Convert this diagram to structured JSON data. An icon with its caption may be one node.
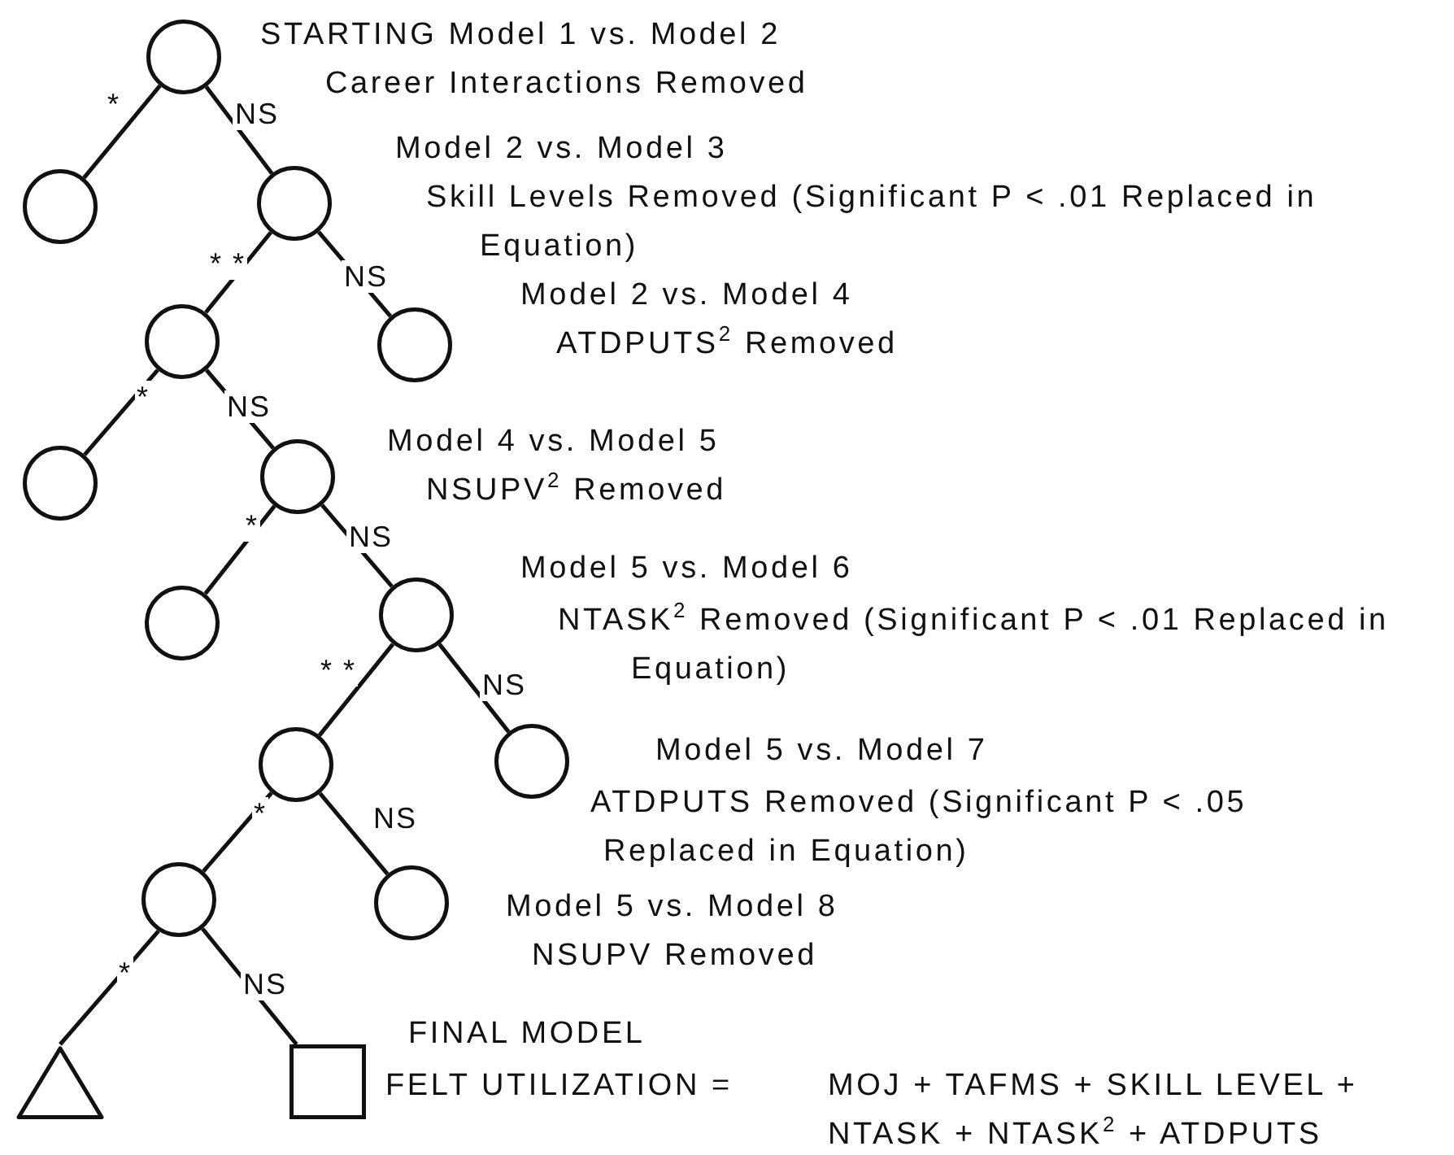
{
  "diagram": {
    "nodes": [
      {
        "text": [],
        "shape": "circle",
        "beside": [
          "STARTING Model 1 vs. Model 2",
          "Career Interactions Removed"
        ]
      },
      {
        "text": [],
        "shape": "circle"
      },
      {
        "text": [],
        "shape": "circle",
        "beside": [
          "Model 2 vs. Model 3",
          "Skill Levels Removed (Significant P < .01 Replaced in Equation)"
        ]
      },
      {
        "text": [],
        "shape": "circle"
      },
      {
        "text": [],
        "shape": "circle",
        "beside": [
          "Model 2 vs. Model 4",
          "ATDPUTS$^{2}$ Removed"
        ]
      },
      {
        "text": [],
        "shape": "circle"
      },
      {
        "text": [],
        "shape": "circle",
        "beside": [
          "Model 4 vs. Model 5",
          "NSUPV$^{2}$ Removed"
        ]
      },
      {
        "text": [],
        "shape": "circle"
      },
      {
        "text": [],
        "shape": "circle",
        "beside": [
          "Model 5 vs. Model 6",
          "NTASK$^{2}$ Removed (Significant P < .01 Replaced in Equation)"
        ]
      },
      {
        "text": [],
        "shape": "circle"
      },
      {
        "text": [],
        "shape": "circle",
        "beside": [
          "Model 5 vs. Model 7",
          "ATDPUTS Removed (Significant P < .05 Replaced in Equation)"
        ]
      },
      {
        "text": [],
        "shape": "circle"
      },
      {
        "text": [],
        "shape": "circle",
        "beside": [
          "Model 5 vs. Model 8",
          "NSUPV Removed"
        ]
      },
      {
        "text": [],
        "shape": "triangle"
      },
      {
        "text": [],
        "shape": "box",
        "beside": [
          "FINAL MODEL",
          "FELT UTILIZATION ="
        ]
      }
    ],
    "edges": [
      {
        "from": 0,
        "to": 1,
        "arrow": "none",
        "label": "*"
      },
      {
        "from": 0,
        "to": 2,
        "arrow": "none",
        "label": "NS"
      },
      {
        "from": 2,
        "to": 3,
        "arrow": "none",
        "label": "* *"
      },
      {
        "from": 2,
        "to": 4,
        "arrow": "none",
        "label": "NS"
      },
      {
        "from": 3,
        "to": 5,
        "arrow": "none",
        "label": "*"
      },
      {
        "from": 3,
        "to": 6,
        "arrow": "none",
        "label": "NS"
      },
      {
        "from": 6,
        "to": 7,
        "arrow": "none",
        "label": "*"
      },
      {
        "from": 6,
        "to": 8,
        "arrow": "none",
        "label": "NS"
      },
      {
        "from": 8,
        "to": 9,
        "arrow": "none",
        "label": "* *"
      },
      {
        "from": 8,
        "to": 10,
        "arrow": "none",
        "label": "NS"
      },
      {
        "from": 9,
        "to": 11,
        "arrow": "none",
        "label": "*"
      },
      {
        "from": 9,
        "to": 12,
        "arrow": "none",
        "label": "NS"
      },
      {
        "from": 11,
        "to": 13,
        "arrow": "none",
        "label": "*"
      },
      {
        "from": 11,
        "to": 14,
        "arrow": "none",
        "label": "NS"
      }
    ],
    "labels": [
      "MOJ + TAFMS + SKILL LEVEL + NTASK + NTASK$^{2}$ + ATDPUTS"
    ]
  }
}
